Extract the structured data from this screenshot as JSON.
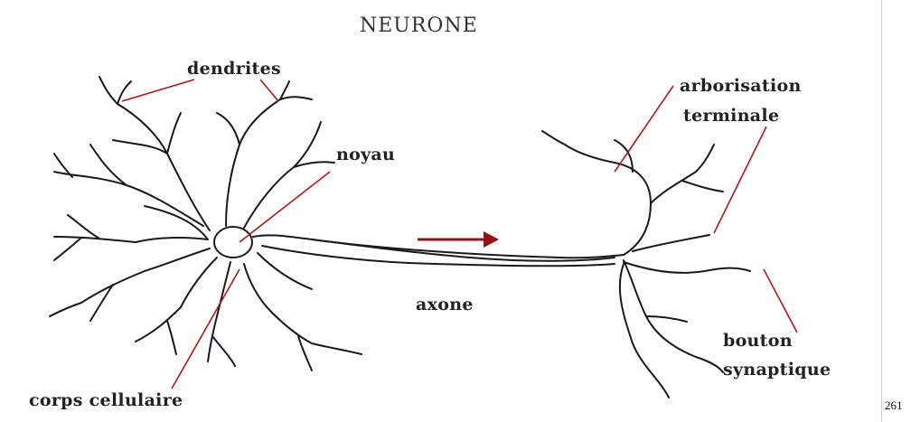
{
  "diagram": {
    "title": "NEURONE",
    "labels": {
      "dendrites": "dendrites",
      "noyau": "noyau",
      "arborisation_line1": "arborisation",
      "arborisation_line2": "terminale",
      "axone": "axone",
      "bouton_line1": "bouton",
      "bouton_line2": "synaptique",
      "corps": "corps cellulaire"
    },
    "colors": {
      "outline": "#1a1a1a",
      "leader_line": "#b01818",
      "arrow": "#9a1010",
      "background": "#ffffff"
    },
    "direction_arrow_icon": "arrow-right-icon"
  },
  "page_number": "261"
}
